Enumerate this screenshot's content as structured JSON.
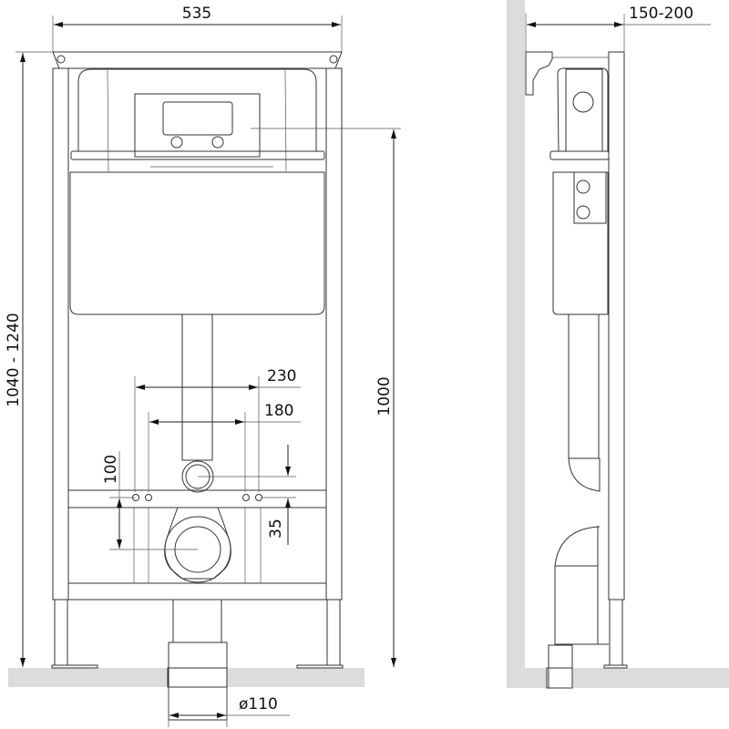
{
  "dimensions": {
    "frame_width": "535",
    "wall_depth": "150-200",
    "total_height": "1040 - 1240",
    "flush_height": "1000",
    "bolt_spacing_outer": "230",
    "bolt_spacing_inner": "180",
    "inlet_to_bolts": "100",
    "bolts_to_inlet_offset": "35",
    "drain_diameter": "ø110"
  },
  "colors": {
    "floor": "#dcdcdc",
    "lines": "#333333"
  }
}
